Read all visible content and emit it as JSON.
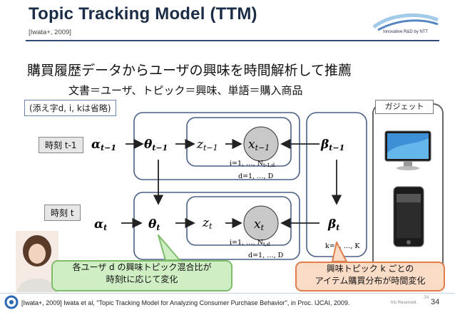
{
  "slide": {
    "title": "Topic Tracking Model (TTM)",
    "cite_tag": "[Iwata+, 2009]",
    "heading": "購買履歴データからユーザの興味を時間解析して推薦",
    "subheading": "文書＝ユーザ、トピック＝興味、単語＝購入商品",
    "note": "(添え字d, i, kは省略)",
    "logo_text": "Innovative R&D by NTT"
  },
  "diagram": {
    "time_prev_label": "時刻 t-1",
    "time_curr_label": "時刻 t",
    "nodes_prev": [
      {
        "sym": "α",
        "sub": "t−1",
        "bold": true
      },
      {
        "sym": "θ",
        "sub": "t−1",
        "bold": true
      },
      {
        "sym": "z",
        "sub": "t−1",
        "bold": false
      },
      {
        "sym": "x",
        "sub": "t−1",
        "bold": false
      },
      {
        "sym": "β",
        "sub": "t−1",
        "bold": true
      }
    ],
    "nodes_curr": [
      {
        "sym": "α",
        "sub": "t",
        "bold": true
      },
      {
        "sym": "θ",
        "sub": "t",
        "bold": true
      },
      {
        "sym": "z",
        "sub": "t",
        "bold": false
      },
      {
        "sym": "x",
        "sub": "t",
        "bold": false
      },
      {
        "sym": "β",
        "sub": "t",
        "bold": true
      }
    ],
    "plate_prev_inner": "i=1, …, N",
    "plate_prev_inner_sub": "t-1,d",
    "plate_prev_outer": "d=1, …, D",
    "plate_curr_inner": "i=1, …, N",
    "plate_curr_inner_sub": "t,d",
    "plate_curr_outer": "d=1, …, D",
    "plate_k": "k=1, …, K"
  },
  "gadget": {
    "label": "ガジェット"
  },
  "callouts": {
    "green_line1": "各ユーザ d の興味トピック混合比が",
    "green_line2": "時刻tに応じて変化",
    "orange_line1": "興味トピック k ごとの",
    "orange_line2": "アイテム購買分布が時間変化"
  },
  "footer": {
    "citation": "[Iwata+, 2009] Iwata et al, \"Topic Tracking Model for Analyzing Consumer Purchase Behavior\", in Proc. IJCAI, 2009.",
    "rights": "hts Reserved.",
    "page_ghost": "34",
    "page": "34"
  },
  "colors": {
    "title": "#1b2c47",
    "plate": "#4a5f86",
    "observed_node": "#c8c8c8",
    "green_callout": "#cfeec3",
    "orange_callout": "#fbdcc6"
  }
}
